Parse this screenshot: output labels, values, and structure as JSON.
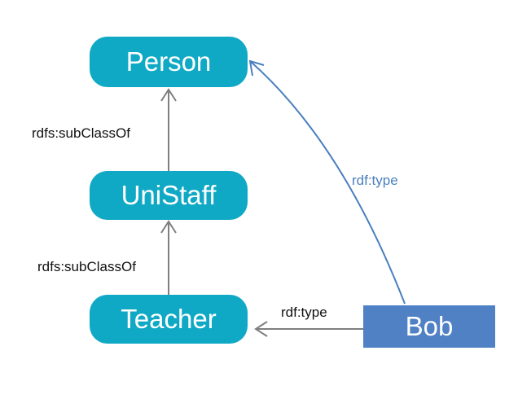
{
  "nodes": {
    "person": "Person",
    "unistaff": "UniStaff",
    "teacher": "Teacher",
    "bob": "Bob"
  },
  "edges": {
    "unistaff_to_person": "rdfs:subClassOf",
    "teacher_to_unistaff": "rdfs:subClassOf",
    "bob_to_teacher": "rdf:type",
    "bob_to_person": "rdf:type"
  },
  "colors": {
    "class_node": "#10a9c5",
    "instance_node": "#4f81c4",
    "subclass_edge": "#7f7f7f",
    "type_edge_teacher": "#7f7f7f",
    "type_edge_person": "#4a7fbf",
    "type_label_person": "#4a7fbf"
  }
}
